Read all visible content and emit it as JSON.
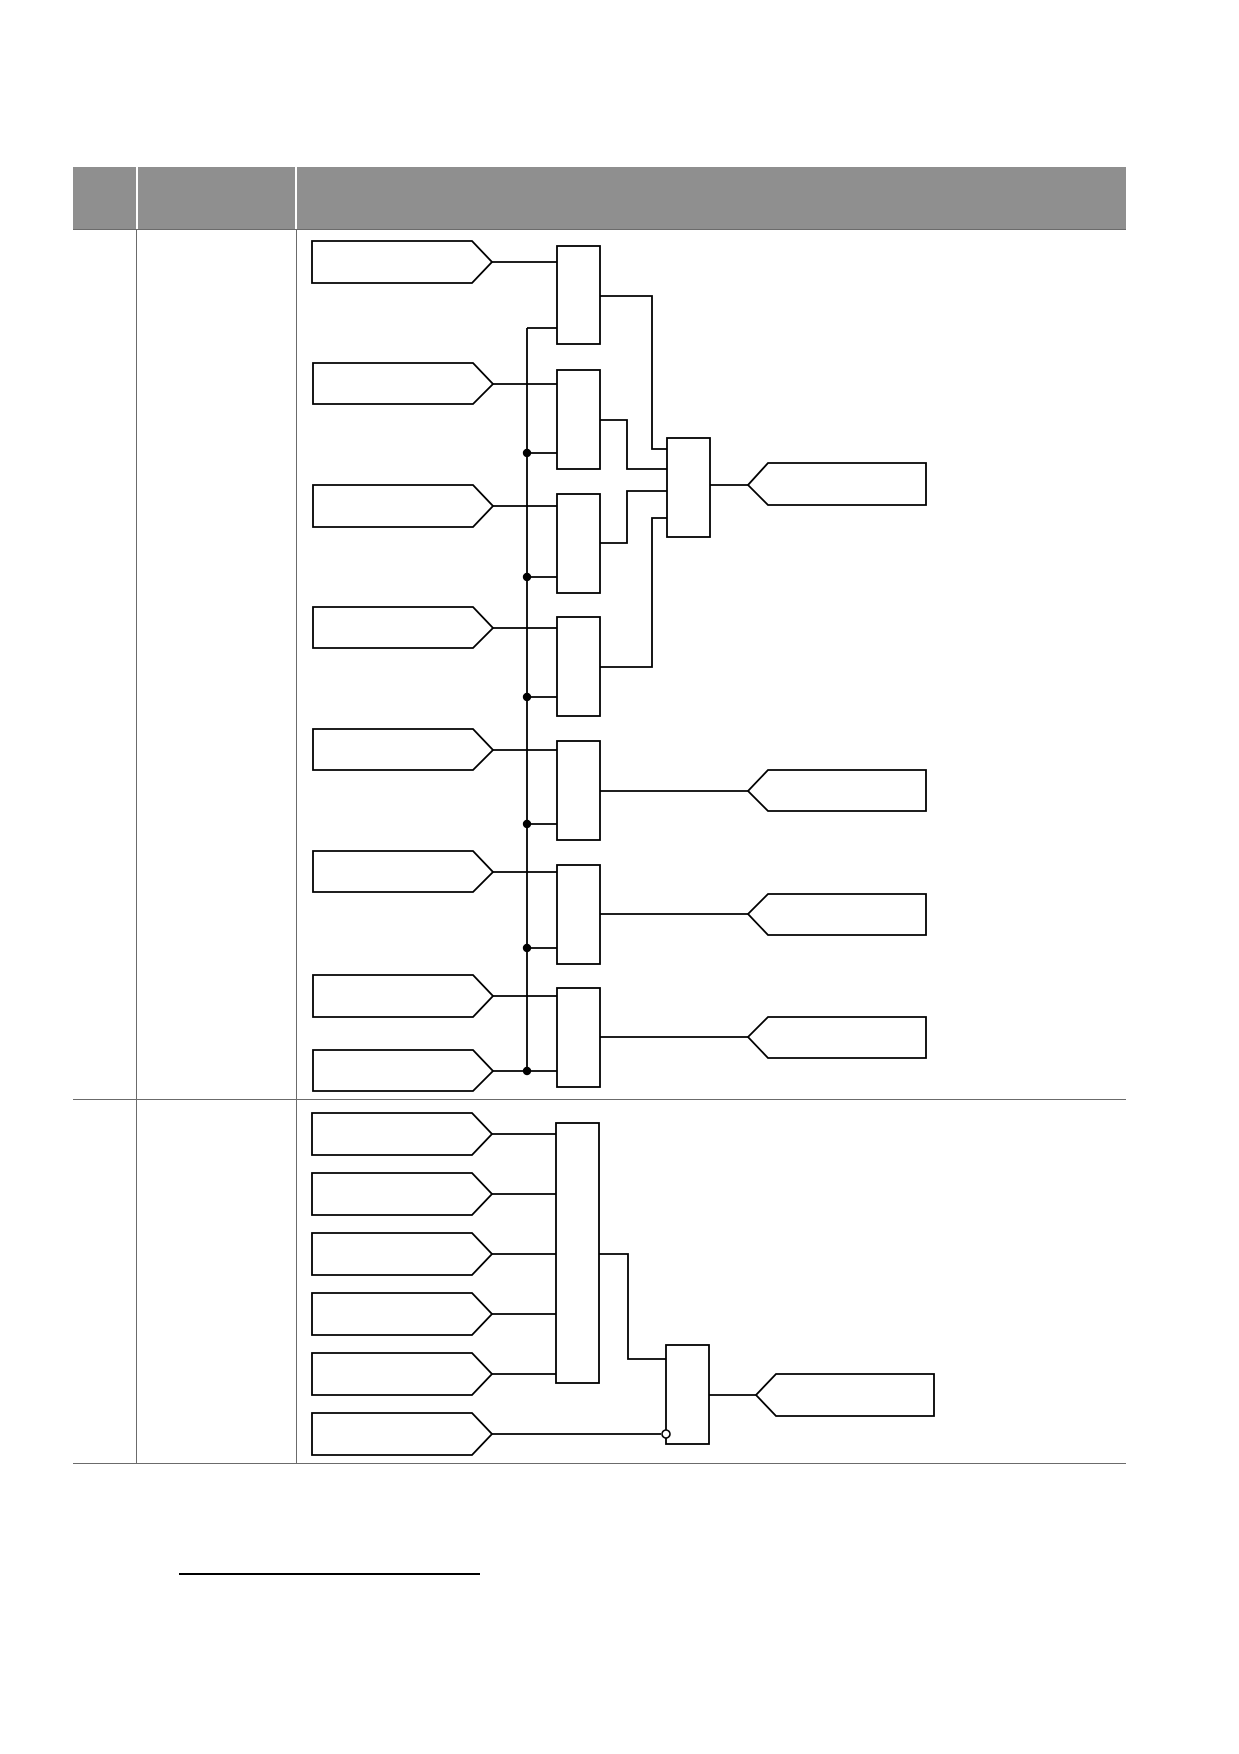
{
  "table": {
    "header": {
      "col1": "",
      "col2": "",
      "col3": ""
    }
  },
  "diagram": {
    "blocks": [
      "and-gate",
      "or-gate",
      "input-flag",
      "output-flag",
      "junction-dot",
      "inversion-bubble"
    ],
    "line_color": "#000000",
    "header_color": "#8f8f8f",
    "grid_line_color": "#6b6b6b"
  }
}
